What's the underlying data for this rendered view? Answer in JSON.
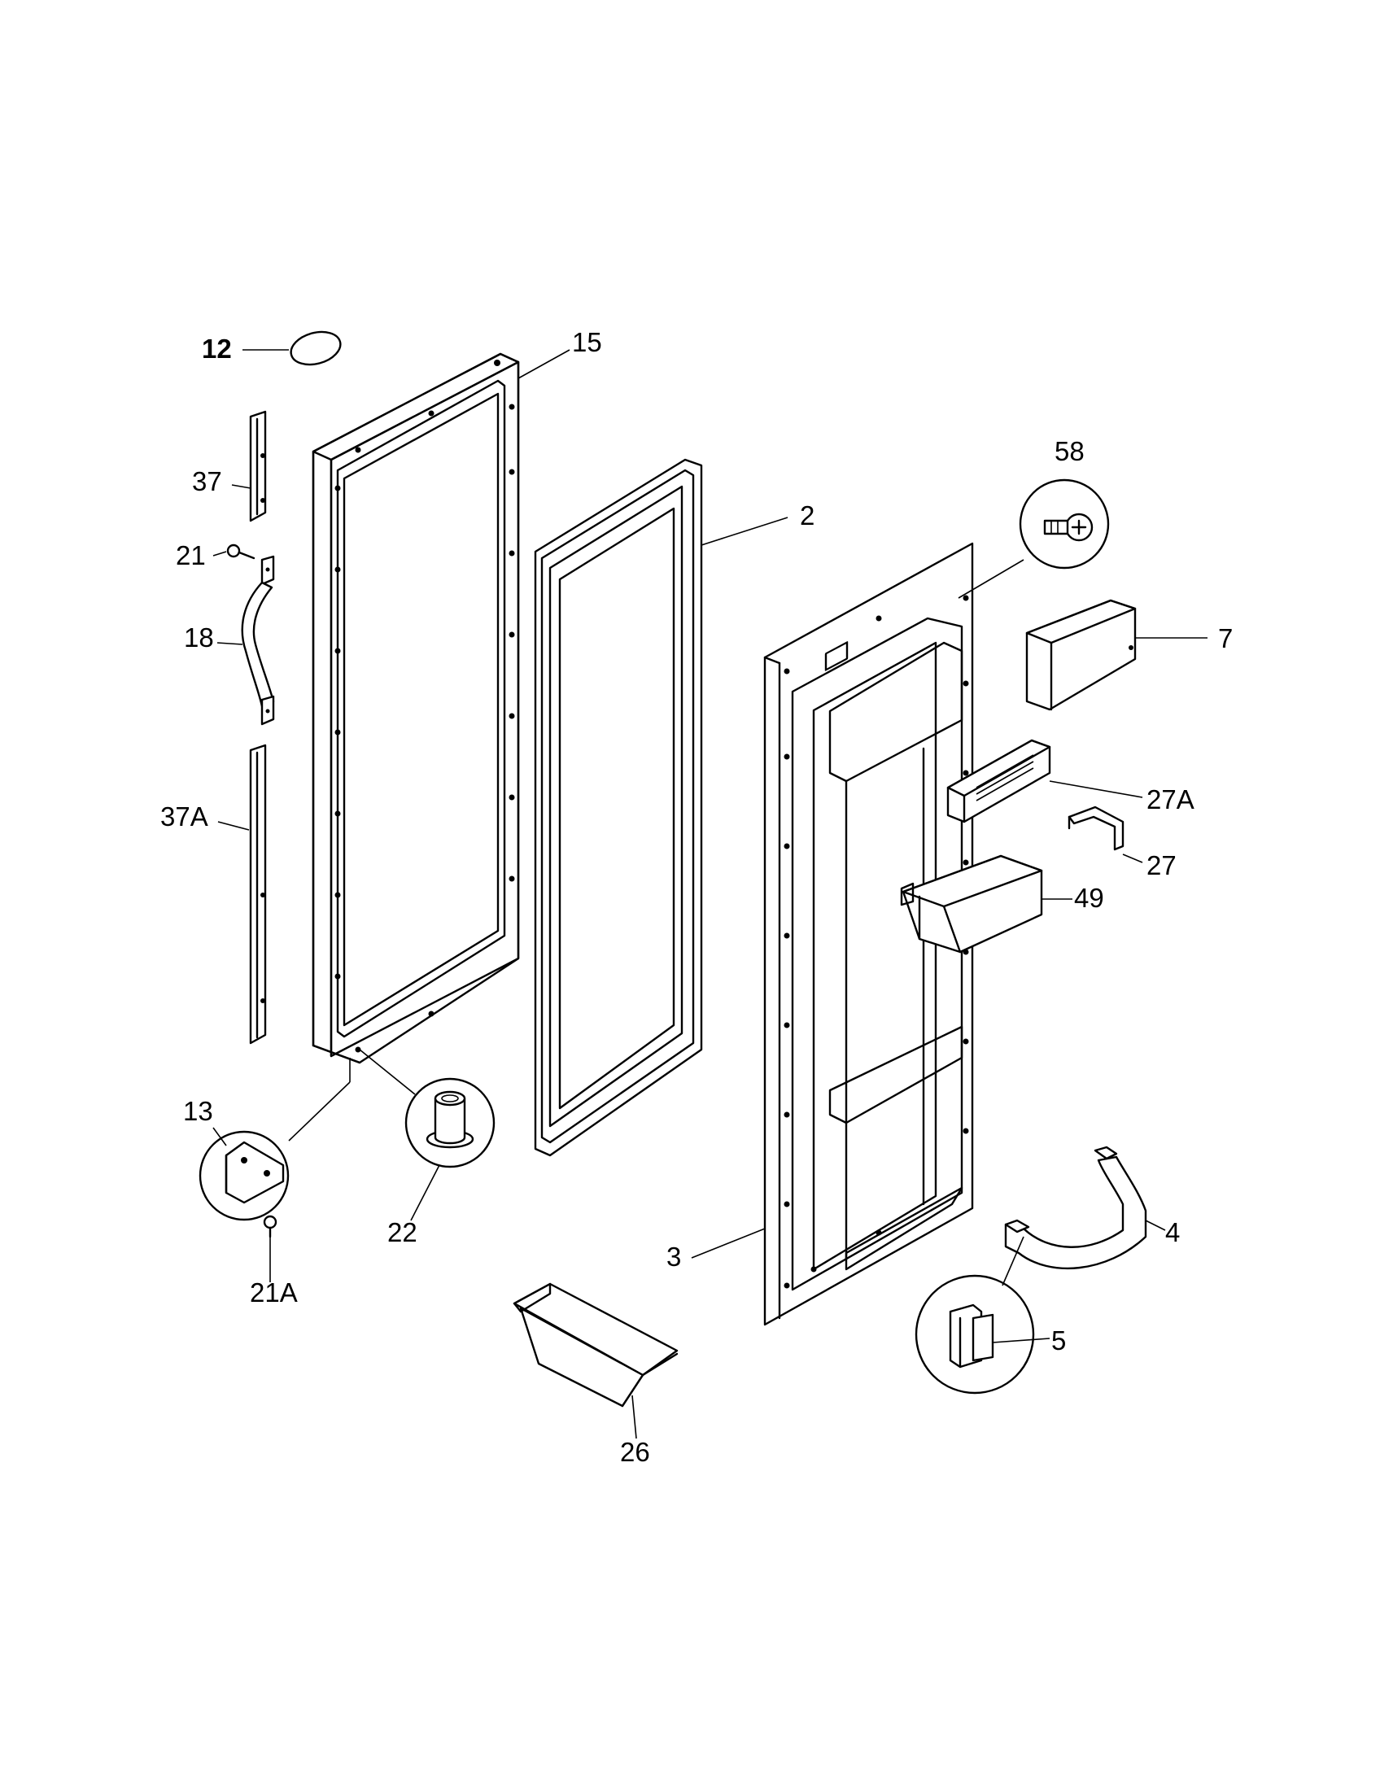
{
  "diagram": {
    "parts": [
      {
        "id": "p12",
        "label": "12"
      },
      {
        "id": "p15",
        "label": "15"
      },
      {
        "id": "p37",
        "label": "37"
      },
      {
        "id": "p21",
        "label": "21"
      },
      {
        "id": "p18",
        "label": "18"
      },
      {
        "id": "p37a",
        "label": "37A"
      },
      {
        "id": "p13",
        "label": "13"
      },
      {
        "id": "p21a",
        "label": "21A"
      },
      {
        "id": "p22",
        "label": "22"
      },
      {
        "id": "p2",
        "label": "2"
      },
      {
        "id": "p58",
        "label": "58"
      },
      {
        "id": "p7",
        "label": "7"
      },
      {
        "id": "p27a",
        "label": "27A"
      },
      {
        "id": "p27",
        "label": "27"
      },
      {
        "id": "p49",
        "label": "49"
      },
      {
        "id": "p3",
        "label": "3"
      },
      {
        "id": "p4",
        "label": "4"
      },
      {
        "id": "p5",
        "label": "5"
      },
      {
        "id": "p26",
        "label": "26"
      }
    ]
  }
}
